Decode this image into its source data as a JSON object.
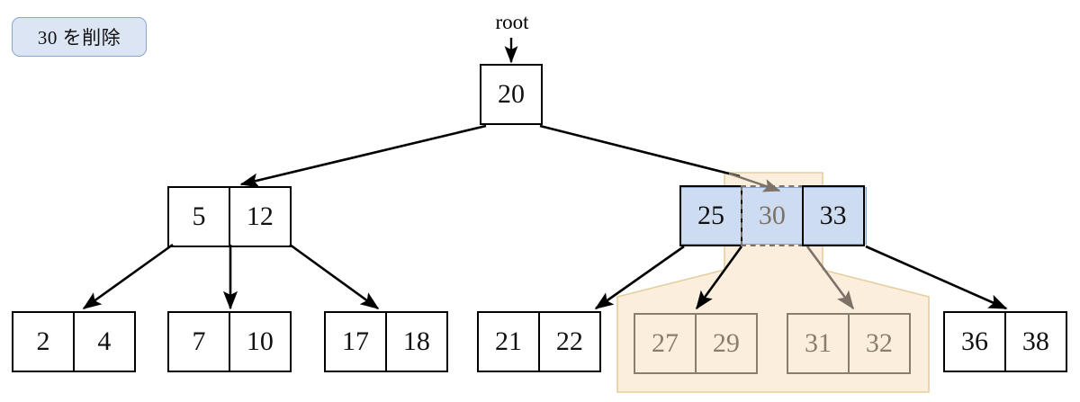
{
  "annotation": {
    "badge_label": "30 を削除"
  },
  "tree": {
    "root_pointer_label": "root",
    "levels": [
      {
        "name": "root-level",
        "nodes": [
          {
            "id": "root",
            "keys": [
              "20"
            ],
            "style": "normal"
          }
        ]
      },
      {
        "name": "internal-level",
        "nodes": [
          {
            "id": "internal-left",
            "keys": [
              "5",
              "12"
            ],
            "style": "normal"
          },
          {
            "id": "internal-right",
            "keys": [
              "25",
              "30",
              "33"
            ],
            "style": "highlighted-blue"
          }
        ]
      },
      {
        "name": "leaf-level",
        "nodes": [
          {
            "id": "leaf-1",
            "keys": [
              "2",
              "4"
            ],
            "style": "normal"
          },
          {
            "id": "leaf-2",
            "keys": [
              "7",
              "10"
            ],
            "style": "normal"
          },
          {
            "id": "leaf-3",
            "keys": [
              "17",
              "18"
            ],
            "style": "normal"
          },
          {
            "id": "leaf-4",
            "keys": [
              "21",
              "22"
            ],
            "style": "normal"
          },
          {
            "id": "leaf-5",
            "keys": [
              "27",
              "29"
            ],
            "style": "dimmed"
          },
          {
            "id": "leaf-6",
            "keys": [
              "31",
              "32"
            ],
            "style": "dimmed"
          },
          {
            "id": "leaf-7",
            "keys": [
              "36",
              "38"
            ],
            "style": "normal"
          }
        ]
      }
    ],
    "target_key": "30"
  },
  "colors": {
    "badge_fill": "#dbe5f4",
    "badge_border": "#8ba7cd",
    "highlight_blue_fill": "#cddcf0",
    "highlight_blue_border": "#8ba7cd",
    "highlight_cream_fill": "#fbeedc",
    "highlight_cream_border": "#e3cf9f",
    "node_stroke": "#000000",
    "dim_stroke": "#8a7d6d",
    "dim_text": "#8a7d6d",
    "edge_stroke": "#000000",
    "dim_edge_stroke": "#7d7268"
  }
}
